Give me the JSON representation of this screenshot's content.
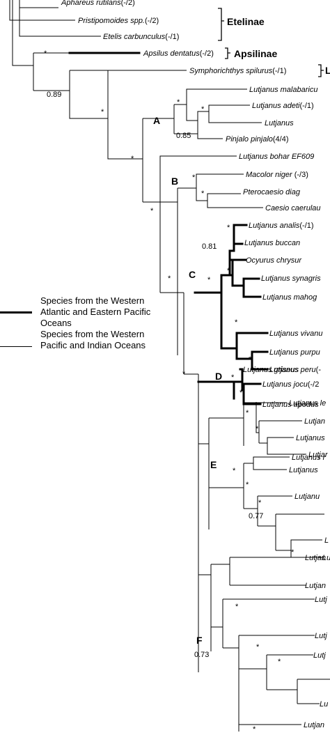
{
  "taxa": [
    {
      "name": "Aphareus rutilans",
      "support": "(-/2)"
    },
    {
      "name": "Pristipomoides spp.",
      "support": "(-/2)"
    },
    {
      "name": "Etelis carbunculus",
      "support": "(-/1)"
    },
    {
      "name": "Apsilus dentatus",
      "support": "(-/2)"
    },
    {
      "name": "Symphorichthys spilurus",
      "support": "(-/1)"
    },
    {
      "name": "Lutjanus malabaricu",
      "support": ""
    },
    {
      "name": "Lutjanus adeti",
      "support": "(-/1)"
    },
    {
      "name": "Lutjanus",
      "support": ""
    },
    {
      "name": "Pinjalo pinjalo",
      "support": "(4/4)"
    },
    {
      "name": "Lutjanus bohar EF609",
      "support": ""
    },
    {
      "name": "Macolor niger",
      "support": " (-/3)"
    },
    {
      "name": "Pterocaesio diag",
      "support": ""
    },
    {
      "name": "Caesio caerulau",
      "support": ""
    },
    {
      "name": "Lutjanus analis",
      "support": "(-/1)"
    },
    {
      "name": "Lutjanus buccan",
      "support": ""
    },
    {
      "name": "Ocyurus chrysur",
      "support": ""
    },
    {
      "name": "Lutjanus synagris",
      "support": ""
    },
    {
      "name": "Lutjanus mahog",
      "support": ""
    },
    {
      "name": "Lutjanus vivanu",
      "support": ""
    },
    {
      "name": "Lutjanus purpu",
      "support": ""
    },
    {
      "name": "Lutjanus peru",
      "support": "(-"
    },
    {
      "name": "Lutjanus griseus",
      "support": ""
    },
    {
      "name": "Lutjanus jocu",
      "support": "(-/2"
    },
    {
      "name": "Lutjanus apodus",
      "support": ""
    },
    {
      "name": "Lutjanus le",
      "support": ""
    },
    {
      "name": "Lutjan",
      "support": ""
    },
    {
      "name": "Lutjanus",
      "support": ""
    },
    {
      "name": "Lutjar",
      "support": ""
    },
    {
      "name": "Lutjanus r",
      "support": ""
    },
    {
      "name": "Lutjanus",
      "support": ""
    },
    {
      "name": "Lutjanu",
      "support": ""
    },
    {
      "name": "L",
      "support": ""
    },
    {
      "name": "Lu",
      "support": ""
    },
    {
      "name": "Lutjan",
      "support": ""
    },
    {
      "name": "Lutjan",
      "support": ""
    },
    {
      "name": "Lutj",
      "support": ""
    },
    {
      "name": "Lutj",
      "support": ""
    },
    {
      "name": "Lutj",
      "support": ""
    },
    {
      "name": "Lu",
      "support": ""
    },
    {
      "name": "Lutjan",
      "support": ""
    }
  ],
  "groups": {
    "etelinae": "Etelinae",
    "apsilinae": "Apsilinae",
    "third": "L"
  },
  "clades": {
    "A": "A",
    "B": "B",
    "C": "C",
    "D": "D",
    "E": "E",
    "F": "F"
  },
  "support_labels": {
    "root_0_89": "0.89",
    "a_0_85": "0.85",
    "c_0_81": "0.81",
    "e_0_77": "0.77",
    "f_0_73": "0.73",
    "star": "*"
  },
  "legend": {
    "thick": "Species from the Western Atlantic and Eastern Pacific Oceans",
    "thin": "Species from the Western Pacific and Indian Oceans"
  }
}
